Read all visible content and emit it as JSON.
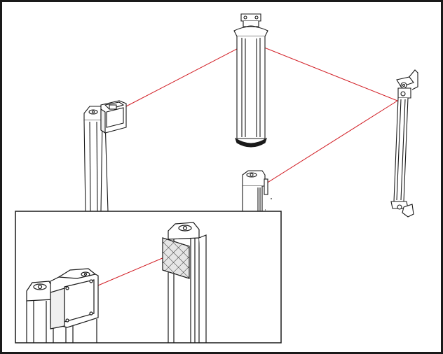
{
  "colors": {
    "beam": "#d21f26",
    "outline": "#1a1a1a",
    "frame": "#1a1a1a",
    "background": "#ffffff",
    "mesh_fill": "#d9d9d9"
  },
  "components": [
    "emitter-receiver-post",
    "upper-deflection-mirror",
    "right-deflection-mirror",
    "lower-deflection-mirror",
    "inset-detail"
  ]
}
